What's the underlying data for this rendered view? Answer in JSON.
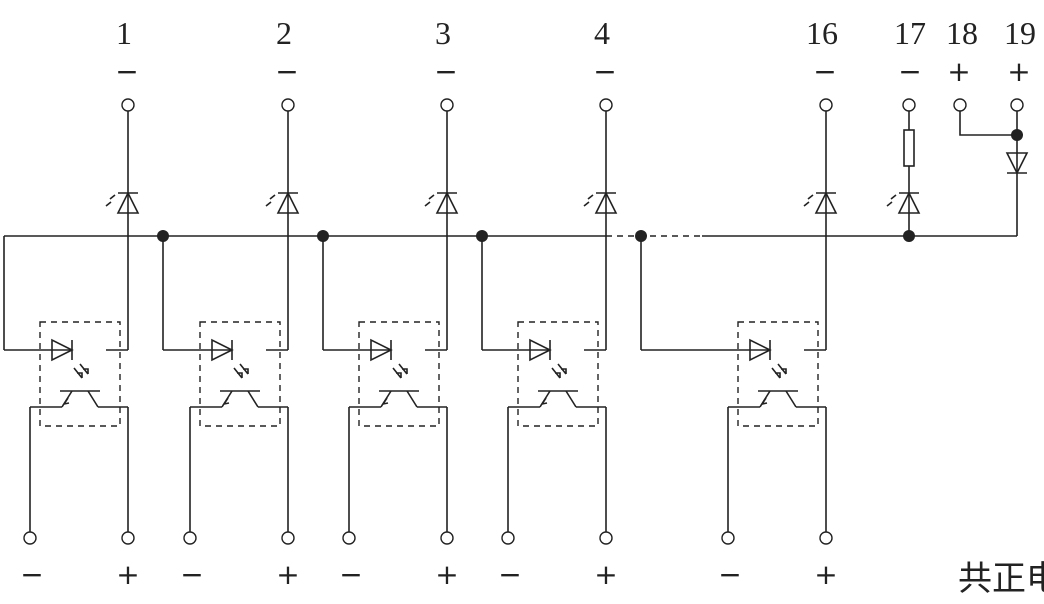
{
  "diagram": {
    "channels": [
      {
        "number": "1",
        "input_sign": "−",
        "out_left_sign": "−",
        "out_right_sign": "+"
      },
      {
        "number": "2",
        "input_sign": "−",
        "out_left_sign": "−",
        "out_right_sign": "+"
      },
      {
        "number": "3",
        "input_sign": "−",
        "out_left_sign": "−",
        "out_right_sign": "+"
      },
      {
        "number": "4",
        "input_sign": "−",
        "out_left_sign": "−",
        "out_right_sign": "+"
      },
      {
        "number": "16",
        "input_sign": "−",
        "out_left_sign": "−",
        "out_right_sign": "+"
      }
    ],
    "terminal_17": {
      "number": "17",
      "sign": "−"
    },
    "terminal_18": {
      "number": "18",
      "sign": "+"
    },
    "terminal_19": {
      "number": "19",
      "sign": "+"
    },
    "caption": "共正电"
  },
  "colors": {
    "line": "#222222",
    "background": "#ffffff"
  }
}
